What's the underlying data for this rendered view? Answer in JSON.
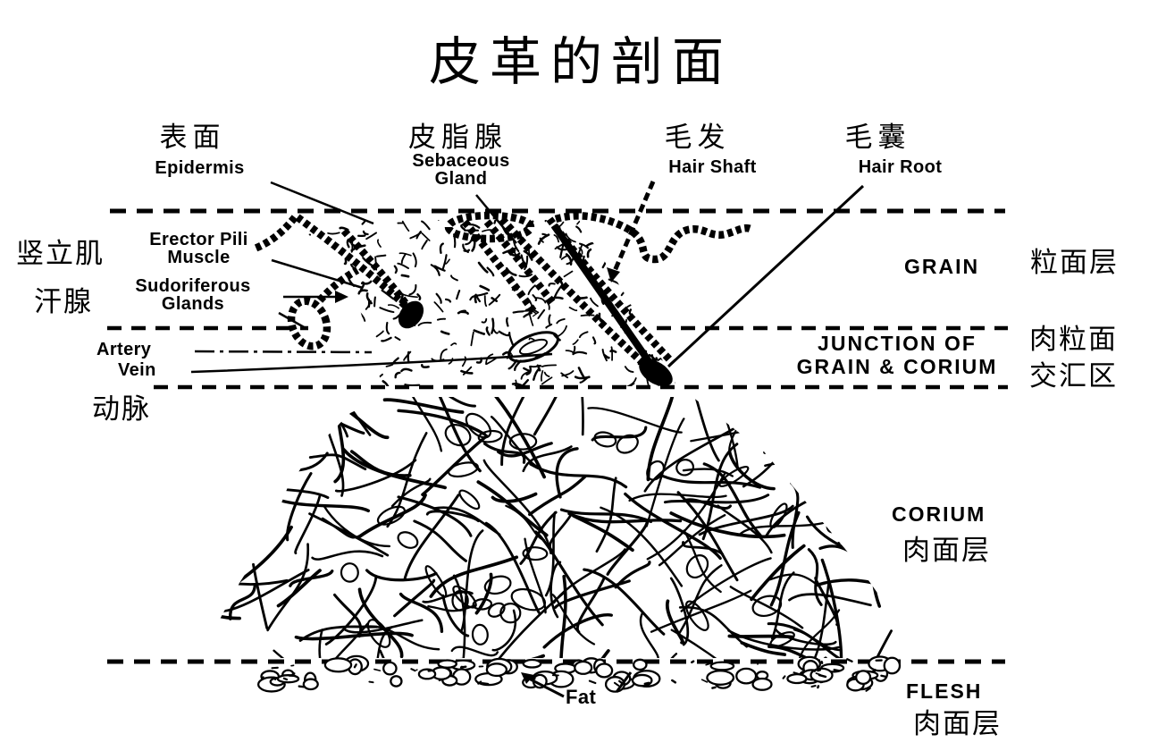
{
  "title": "皮革的剖面",
  "colors": {
    "ink": "#000000",
    "background": "#ffffff"
  },
  "diagram": {
    "top_labels": [
      {
        "zh": "表面",
        "en": "Epidermis"
      },
      {
        "zh": "皮脂腺",
        "en_lines": [
          "Sebaceous",
          "Gland"
        ]
      },
      {
        "zh": "毛发",
        "en": "Hair Shaft"
      },
      {
        "zh": "毛囊",
        "en": "Hair Root"
      }
    ],
    "left_labels": [
      {
        "zh": "竖立肌",
        "en_lines": [
          "Erector Pili",
          "Muscle"
        ]
      },
      {
        "zh": "汗腺",
        "en_lines": [
          "Sudoriferous",
          "Glands"
        ]
      },
      {
        "en": "Artery"
      },
      {
        "en": "Vein"
      },
      {
        "zh": "动脉"
      }
    ],
    "layer_labels": [
      {
        "en": "GRAIN",
        "zh": "粒面层"
      },
      {
        "en_lines": [
          "JUNCTION OF",
          "GRAIN & CORIUM"
        ],
        "zh_lines": [
          "肉粒面",
          "交汇区"
        ]
      },
      {
        "en": "CORIUM",
        "zh": "肉面层"
      },
      {
        "en": "FLESH",
        "zh": "肉面层"
      }
    ],
    "bottom_label": {
      "en": "Fat"
    }
  }
}
